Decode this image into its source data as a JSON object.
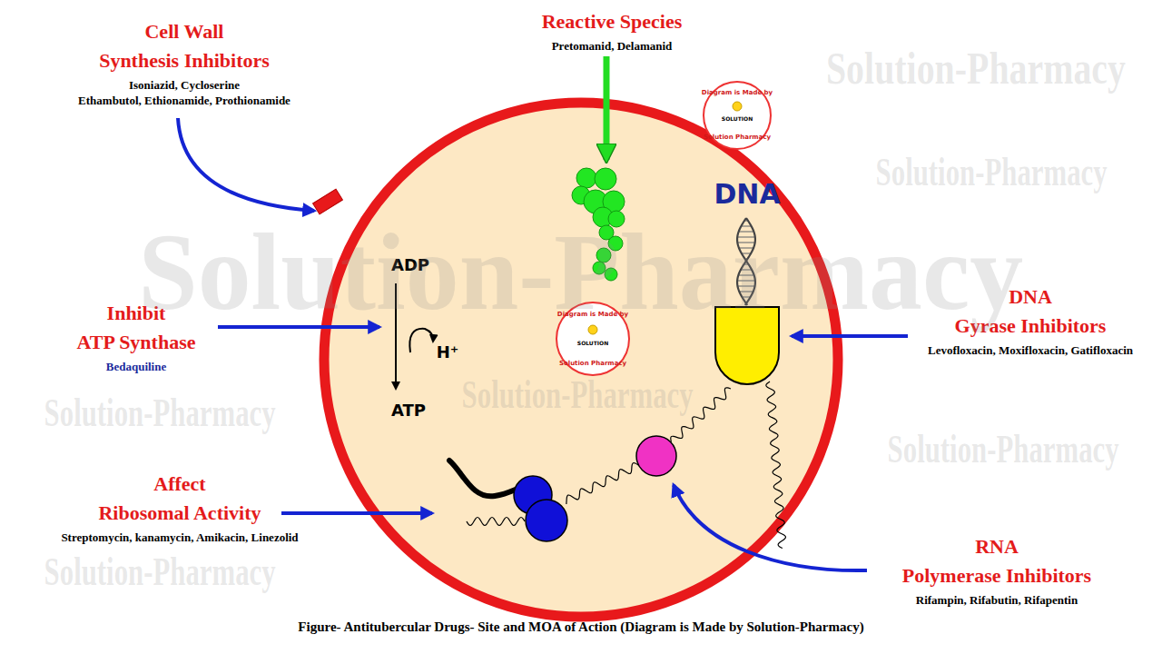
{
  "diagram": {
    "caption": "Figure- Antitubercular Drugs- Site and MOA of Action (Diagram is Made by Solution-Pharmacy)",
    "nodes": [
      {
        "text": [
          "Cell Wall Synthesis Inhibitors",
          "Isoniazid, Cycloserine Ethambutol, Ethionamide, Prothionamide"
        ]
      },
      {
        "text": [
          "Reactive Species",
          "Pretomanid, Delamanid"
        ]
      },
      {
        "text": [
          "Inhibit ATP Synthase",
          "Bedaquiline"
        ]
      },
      {
        "text": [
          "DNA Gyrase Inhibitors",
          "Levofloxacin, Moxifloxacin, Gatifloxacin"
        ]
      },
      {
        "text": [
          "Affect Ribosomal Activity",
          "Streptomycin, kanamycin, Amikacin, Linezolid"
        ]
      },
      {
        "text": [
          "RNA Polymerase Inhibitors",
          "Rifampin, Rifabutin, Rifapentin"
        ]
      }
    ],
    "labels": [
      "ADP",
      "H⁺",
      "ATP",
      "DNA",
      "Diagram is Made by",
      "SOLUTION",
      "Solution Pharmacy",
      "Diagram is Made by",
      "SOLUTION",
      "Solution Pharmacy",
      "Solution-Pharmacy",
      "Solution-Pharmacy",
      "Solution-Pharmacy",
      "Solution-Pharmacy",
      "Solution-Pharmacy",
      "Solution-Pharmacy",
      "Solution-Pharmacy"
    ]
  }
}
